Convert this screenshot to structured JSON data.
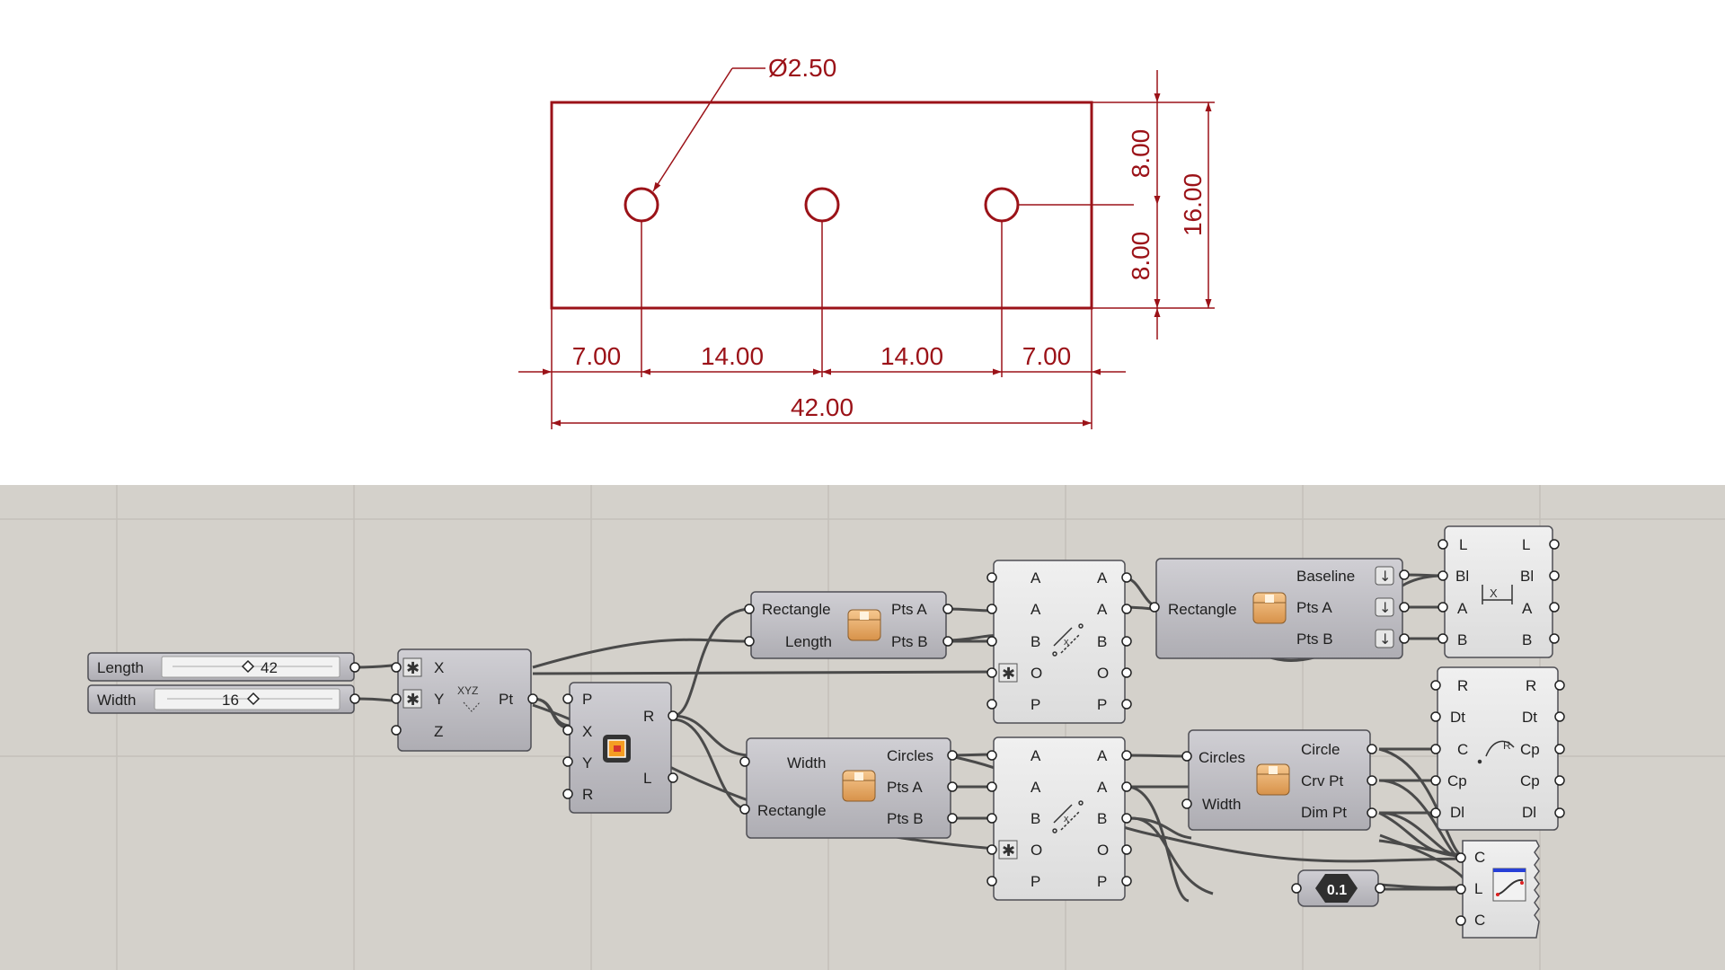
{
  "colors": {
    "drawing_red": "#9b1218",
    "canvas_bg": "#d4d1cb",
    "component_fill": "#bebdc2",
    "panel_fill": "#e6e6e6",
    "wire": "#4a4a4a"
  },
  "drawing": {
    "diameter": "Ø2.50",
    "dim_left_edge": "7.00",
    "dim_hole_gap_1": "14.00",
    "dim_hole_gap_2": "14.00",
    "dim_right_edge": "7.00",
    "dim_total_length": "42.00",
    "dim_top_half": "8.00",
    "dim_bottom_half": "8.00",
    "dim_total_width": "16.00"
  },
  "canvas": {
    "slider_length": {
      "label": "Length",
      "value": "42"
    },
    "slider_width": {
      "label": "Width",
      "value": "16"
    },
    "construct_point": {
      "in_x": "X",
      "in_y": "Y",
      "in_z": "Z",
      "out": "Pt",
      "icon_text": "XYZ"
    },
    "rectangle": {
      "in_p": "P",
      "in_x": "X",
      "in_y": "Y",
      "in_r": "R",
      "out_r": "R",
      "out_l": "L"
    },
    "cluster_top": {
      "in_1": "Rectangle",
      "in_2": "Length",
      "out_1": "Pts A",
      "out_2": "Pts B"
    },
    "cluster_mid": {
      "in_1": "Width",
      "in_2": "Rectangle",
      "out_1": "Circles",
      "out_2": "Pts A",
      "out_3": "Pts B"
    },
    "dim_panel_top": {
      "rows": [
        "A",
        "A",
        "B",
        "O",
        "P"
      ],
      "outs": [
        "A",
        "A",
        "B",
        "O",
        "P"
      ]
    },
    "dim_panel_bottom": {
      "rows": [
        "A",
        "A",
        "B",
        "O",
        "P"
      ],
      "outs": [
        "A",
        "A",
        "B",
        "O",
        "P"
      ]
    },
    "cluster_right_top": {
      "in_1": "Rectangle",
      "out_1": "Baseline",
      "out_2": "Pts A",
      "out_3": "Pts B"
    },
    "cluster_right_bottom": {
      "in_1": "Circles",
      "in_2": "Width",
      "out_1": "Circle",
      "out_2": "Crv Pt",
      "out_3": "Dim Pt"
    },
    "linear_dim": {
      "rows": [
        "L",
        "Bl",
        "A",
        "B"
      ],
      "outs": [
        "L",
        "Bl",
        "A",
        "B"
      ],
      "icon_text": "X"
    },
    "radial_dim": {
      "rows": [
        "R",
        "Dt",
        "C",
        "Cp",
        "Dl"
      ],
      "outs": [
        "R",
        "Dt",
        "Cp",
        "Cp",
        "Dl"
      ],
      "icon_text": "R"
    },
    "number_param": {
      "value": "0.1"
    },
    "curve_comp": {
      "rows": [
        "C",
        "L",
        "C"
      ]
    }
  }
}
